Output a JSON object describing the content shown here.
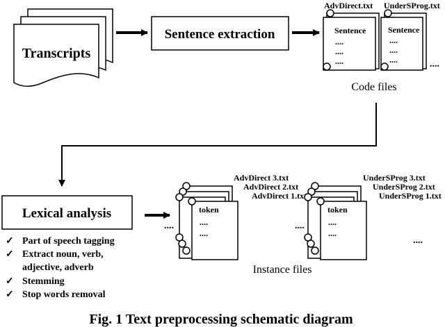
{
  "top": {
    "transcripts": "Transcripts",
    "sentence_extraction": "Sentence extraction",
    "code_files": {
      "file_names": [
        "AdvDirect.txt",
        "UnderSProg.txt"
      ],
      "doc_label": "Sentence",
      "doc_lines": "....",
      "more": "....",
      "caption": "Code files"
    }
  },
  "bottom": {
    "lexical_analysis": {
      "title": "Lexical analysis",
      "steps": [
        [
          "Part of speech tagging"
        ],
        [
          "Extract noun, verb,",
          "adjective, adverb"
        ],
        [
          "Stemming"
        ],
        [
          "Stop words removal"
        ]
      ],
      "bullet_glyph": "✓"
    },
    "instance_files": {
      "group_a": [
        "AdvDirect 3.txt",
        "AdvDirect 2.txt",
        "AdvDirect 1.txt"
      ],
      "group_b": [
        "UnderSProg 3.txt",
        "UnderSProg 2.txt",
        "UnderSProg 1.txt"
      ],
      "doc_label": "token",
      "doc_lines": "....",
      "more": "....",
      "caption": "Instance files"
    }
  },
  "figure_caption": "Fig. 1 Text preprocessing schematic diagram",
  "colors": {
    "ink": "#000000",
    "paper": "#ffffff"
  },
  "icons": [
    "arrow-right",
    "arrow-down",
    "checkmark-icon",
    "scroll-document",
    "document-stack"
  ]
}
